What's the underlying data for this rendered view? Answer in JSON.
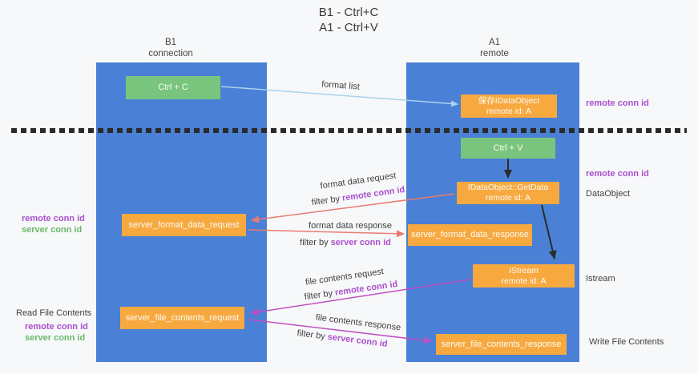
{
  "title": {
    "line1": "B1 - Ctrl+C",
    "line2": "A1 - Ctrl+V"
  },
  "columns": {
    "left": {
      "name": "B1",
      "subtitle": "connection"
    },
    "right": {
      "name": "A1",
      "subtitle": "remote"
    }
  },
  "boxes": {
    "ctrl_c": "Ctrl + C",
    "ctrl_v": "Ctrl + V",
    "saved_dataobject": {
      "line1": "保存IDataObject",
      "line2": "remote id: A"
    },
    "getdata": {
      "line1": "IDataObject::GetData",
      "line2": "remote id: A"
    },
    "istream": {
      "line1": "IStream",
      "line2": "remote id: A"
    },
    "server_format_data_request": "server_format_data_request",
    "server_format_data_response": "server_format_data_response",
    "server_file_contents_request": "server_file_contents_request",
    "server_file_contents_response": "server_file_contents_response"
  },
  "flow_labels": {
    "format_list": "format list",
    "format_data_request": "format data request",
    "format_data_response": "format data response",
    "file_contents_request": "file contents request",
    "file_contents_response": "file contents response",
    "filter_by": "filter by",
    "remote_conn_id": "remote conn id",
    "server_conn_id": "server conn id"
  },
  "side_labels": {
    "remote_conn_id": "remote conn id",
    "server_conn_id": "server conn id",
    "dataobject": "DataObject",
    "istream": "Istream",
    "read_file_contents": "Read File Contents",
    "write_file_contents": "Write File Contents"
  },
  "colors": {
    "column_blue": "#4a80d5",
    "box_green": "#7ac57d",
    "box_orange": "#f7a940",
    "arrow_light_blue": "#a9d3ee",
    "arrow_salmon": "#e87b72",
    "arrow_magenta": "#c04fc4",
    "arrow_black": "#2b2b2b",
    "label_purple": "#ab4fcd",
    "label_green": "#69b969"
  }
}
